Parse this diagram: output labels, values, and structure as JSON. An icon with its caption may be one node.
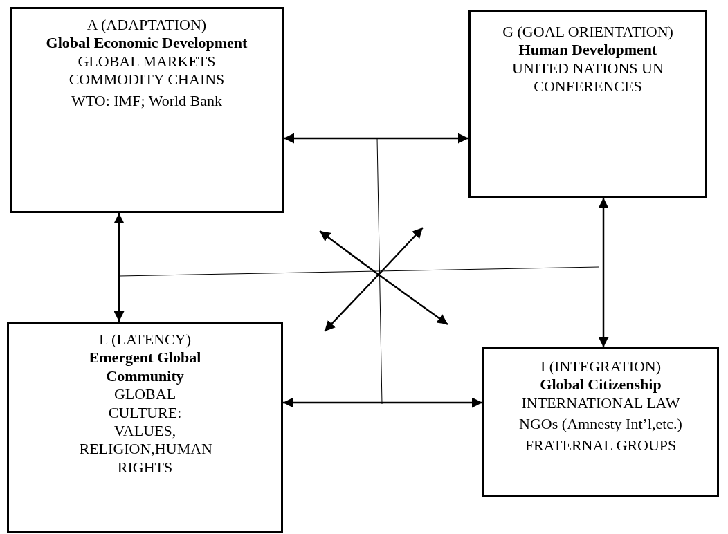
{
  "diagram": {
    "nodes": [
      {
        "text": [
          "A (ADAPTATION)",
          "Global Economic Development",
          "GLOBAL MARKETS COMMODITY CHAINS",
          "WTO: IMF; World Bank"
        ]
      },
      {
        "text": [
          "G (GOAL ORIENTATION)",
          "Human Development",
          "UNITED NATIONS UN CONFERENCES"
        ]
      },
      {
        "text": [
          "L (LATENCY)",
          "Emergent Global Community",
          "GLOBAL CULTURE: VALUES, RELIGION,HUMAN RIGHTS"
        ]
      },
      {
        "text": [
          "I (INTEGRATION)",
          "Global Citizenship",
          "INTERNATIONAL LAW",
          "NGOs (Amnesty Int’l,etc.)",
          "FRATERNAL GROUPS"
        ]
      }
    ],
    "edges": [
      {
        "from": 0,
        "to": 1,
        "arrow": "both"
      },
      {
        "from": 1,
        "to": 3,
        "arrow": "both"
      },
      {
        "from": 0,
        "to": 2,
        "arrow": "both"
      },
      {
        "from": 2,
        "to": 3,
        "arrow": "both"
      }
    ]
  }
}
